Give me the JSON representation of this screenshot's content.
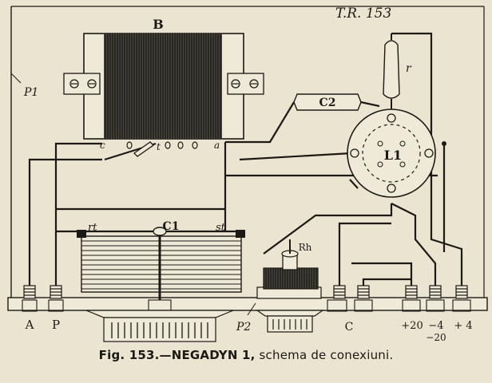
{
  "labels": {
    "tr": "T.R. 153",
    "p1": "P1",
    "p2": "P2",
    "b": "B",
    "c2": "C2",
    "r": "r",
    "l1": "L1",
    "c1": "C1",
    "rt": "rt",
    "st": "st",
    "rh": "Rh",
    "coil_c": "c",
    "coil_t": "t",
    "coil_a": "a"
  },
  "terminals": {
    "a": "A",
    "p": "P",
    "c": "C",
    "plus20": "+20",
    "minus4": "−4",
    "minus20": "−20",
    "plus4": "+ 4"
  },
  "caption": {
    "fig": "Fig. 153.—NEGADYN 1,",
    "text": "schema de conexiuni."
  },
  "colors": {
    "paper": "#ebe4d1",
    "ink": "#1c1a16",
    "coil": "#2a2824"
  }
}
